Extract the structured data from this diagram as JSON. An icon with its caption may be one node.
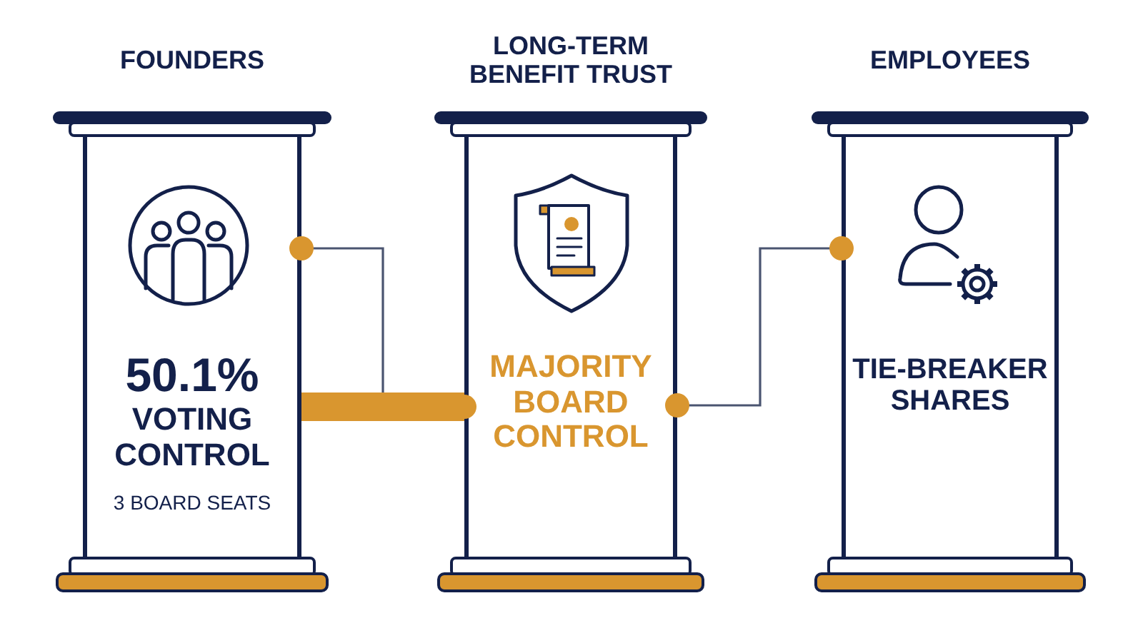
{
  "diagram": {
    "nodes": [
      {
        "text": [
          "FOUNDERS",
          "50.1%",
          "VOTING CONTROL",
          "3 BOARD SEATS"
        ]
      },
      {
        "text": [
          "LONG-TERM BENEFIT TRUST",
          "MAJORITY BOARD CONTROL"
        ]
      },
      {
        "text": [
          "EMPLOYEES",
          "TIE-BREAKER SHARES"
        ]
      }
    ],
    "edges": [
      {
        "from": 0,
        "to": 1,
        "arrow": "other"
      },
      {
        "from": 0,
        "to": 1,
        "arrow": "none",
        "style": "thick",
        "color": "#d9962f"
      },
      {
        "from": 1,
        "to": 2,
        "arrow": "other"
      }
    ]
  }
}
